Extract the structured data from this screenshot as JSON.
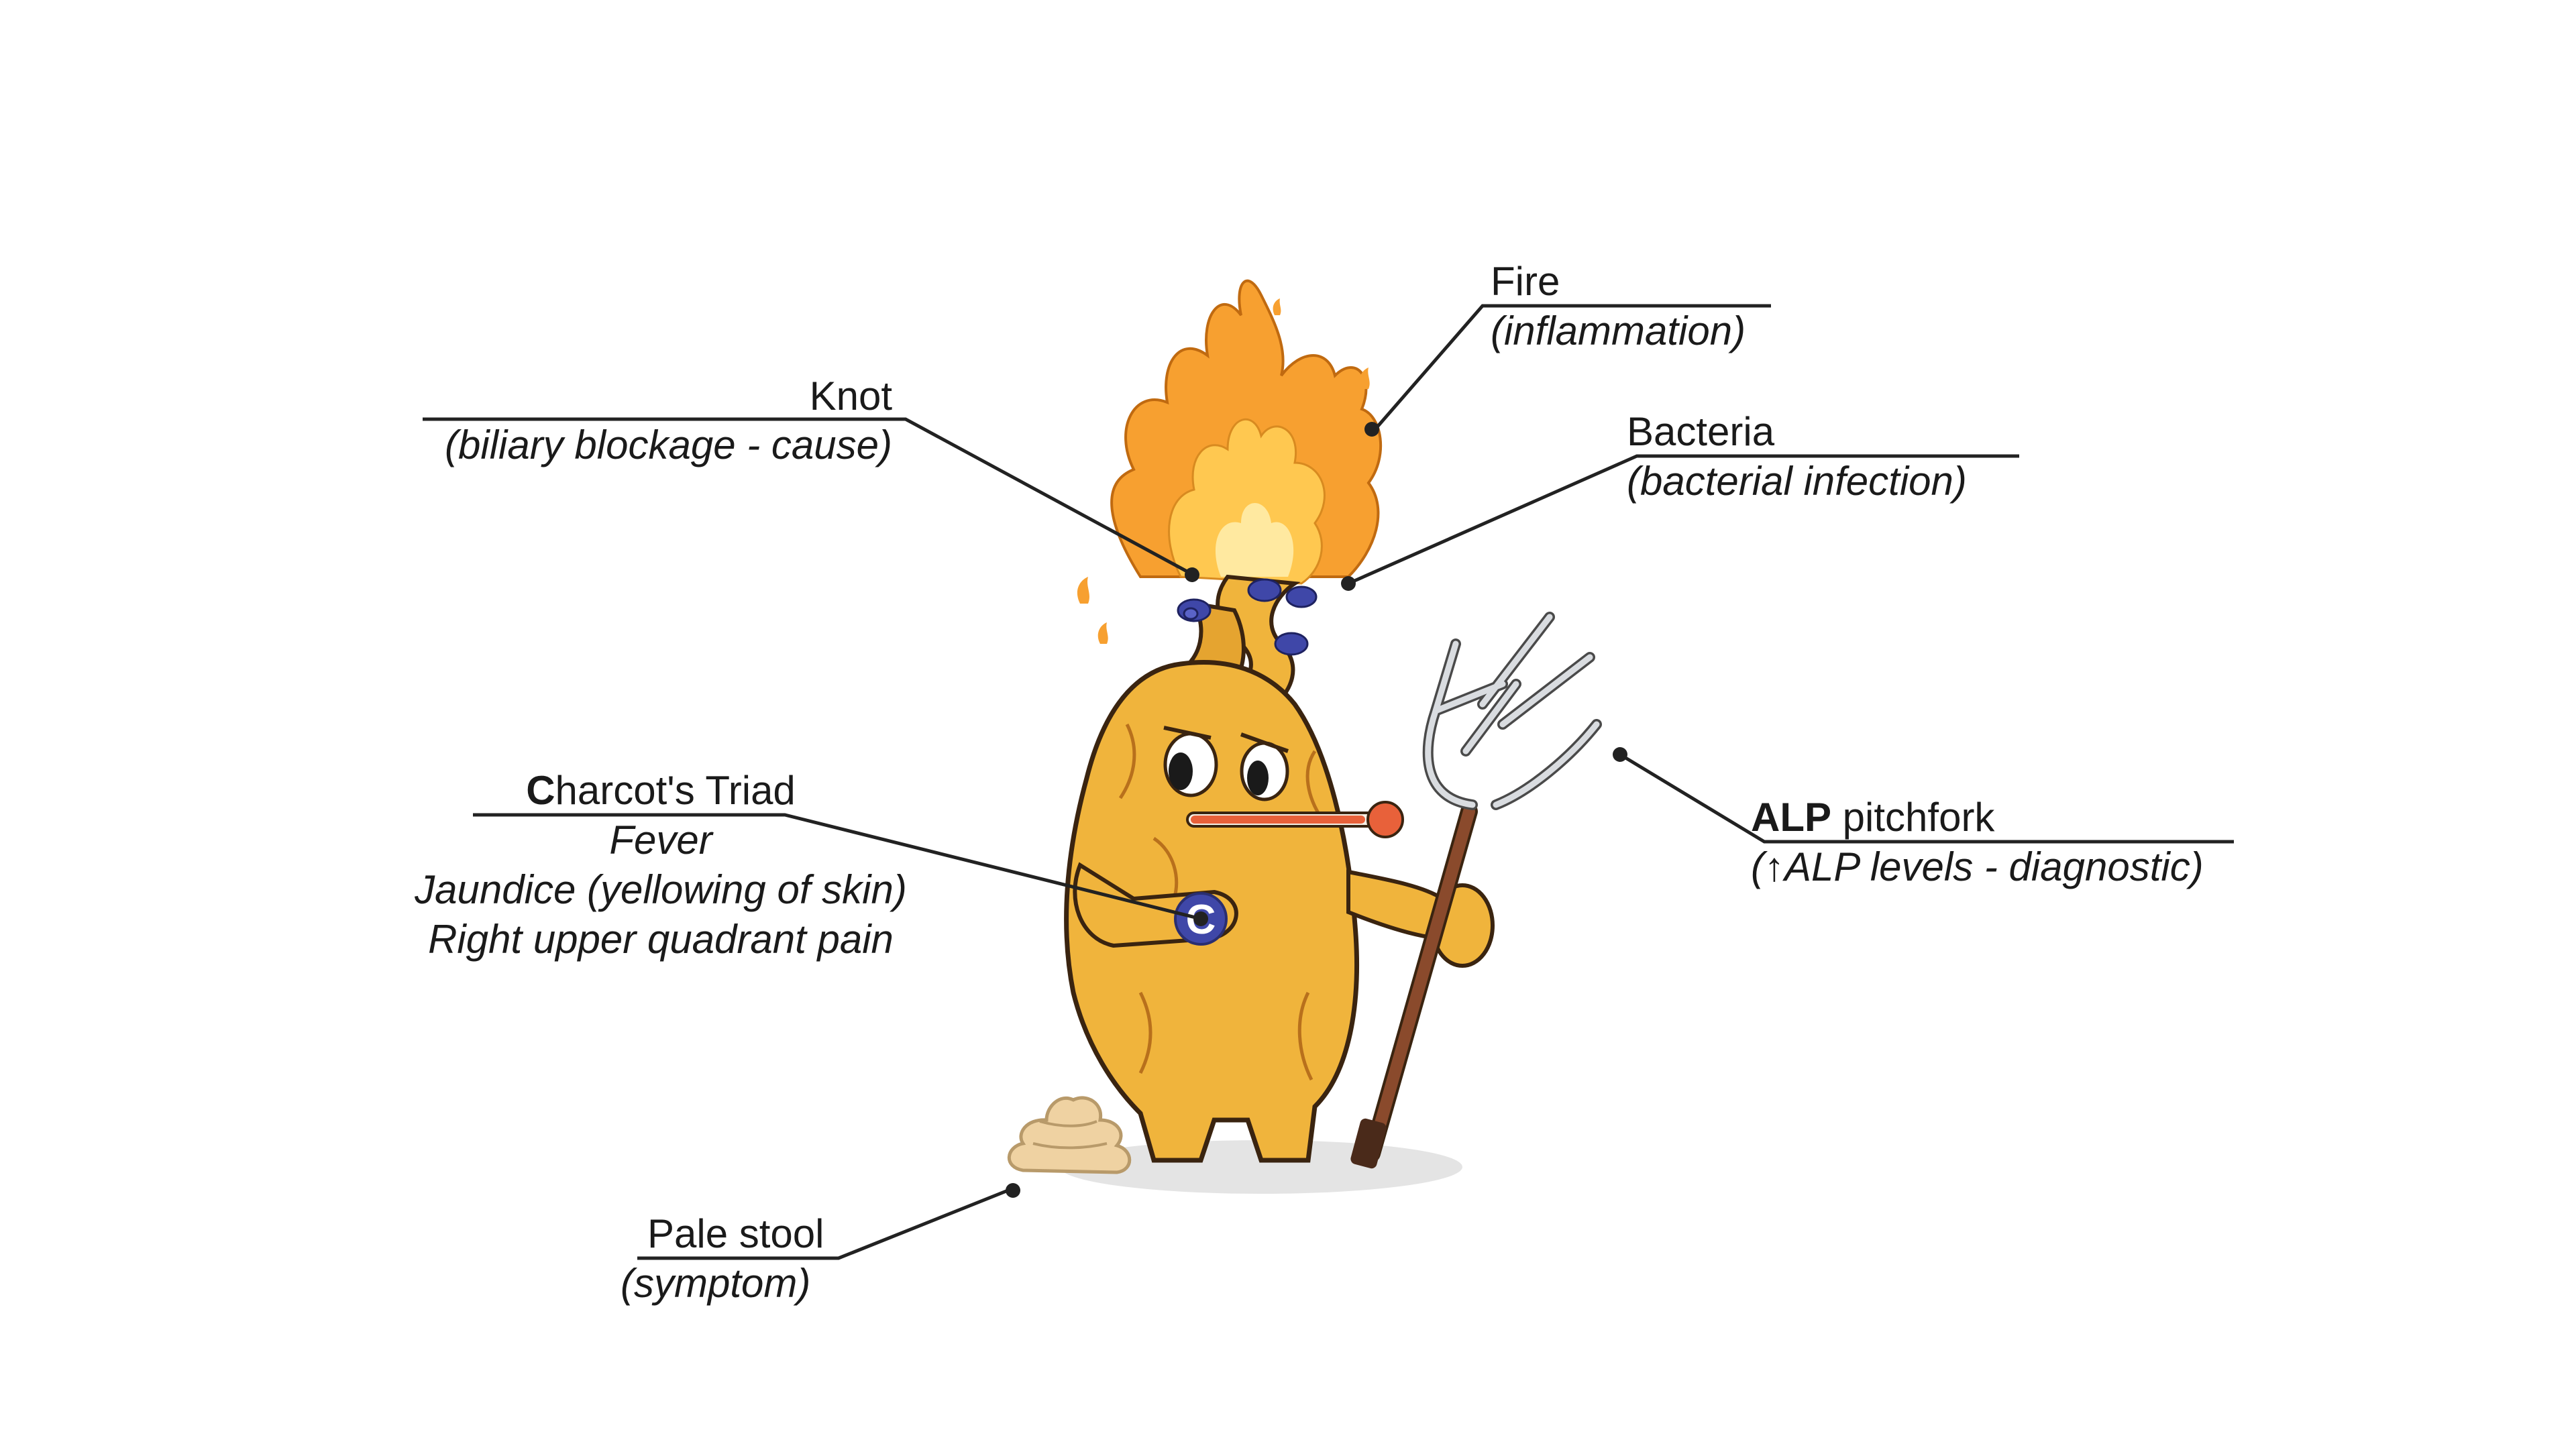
{
  "labels": {
    "fire": {
      "title": "Fire",
      "subtitle": "(inflammation)"
    },
    "knot": {
      "title": "Knot",
      "subtitle": "(biliary blockage - cause)"
    },
    "bacteria": {
      "title": "Bacteria",
      "subtitle": "(bacterial infection)"
    },
    "charcot": {
      "title_first": "C",
      "title_rest": "harcot's Triad",
      "items": [
        "Fever",
        "Jaundice (yellowing of skin)",
        "Right upper quadrant pain"
      ]
    },
    "alp": {
      "title_bold": "ALP",
      "title_rest": " pitchfork",
      "subtitle": "(↑ALP levels - diagnostic)"
    },
    "stool": {
      "title": "Pale stool",
      "subtitle": "(symptom)"
    }
  },
  "badge_letter": "C",
  "colors": {
    "body": "#F0B43C",
    "body_outline": "#3A2410",
    "flame_outer": "#F7A030",
    "flame_inner": "#FFD870",
    "bacteria": "#3F47A8",
    "fork_metal": "#D9DCE0",
    "fork_handle": "#8A4A2C",
    "thermometer": "#E8613A",
    "stool": "#EFD2A2",
    "leader": "#222222"
  }
}
